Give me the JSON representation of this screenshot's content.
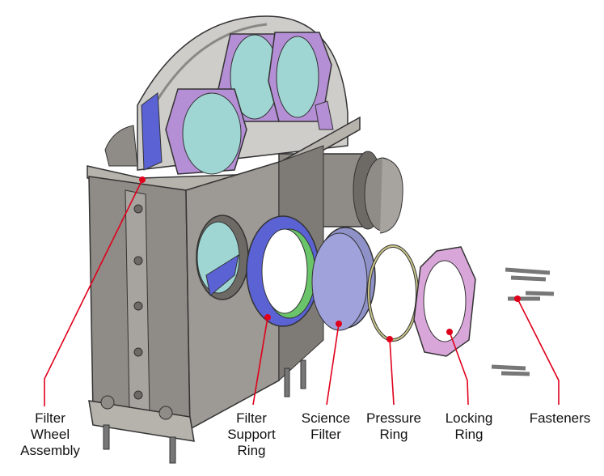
{
  "labels": {
    "filter_wheel_assembly": [
      "Filter",
      "Wheel",
      "Assembly"
    ],
    "filter_support_ring": [
      "Filter",
      "Support",
      "Ring"
    ],
    "science_filter": [
      "Science",
      "Filter"
    ],
    "pressure_ring": [
      "Pressure",
      "Ring"
    ],
    "locking_ring": [
      "Locking",
      "Ring"
    ],
    "fasteners": [
      "Fasteners"
    ]
  },
  "colors": {
    "leader": "#e0001b",
    "housing": "#8f8b86",
    "housing_dark": "#6d6a66",
    "housing_light": "#b6b2ac",
    "cell_purple": "#b58fd6",
    "cell_blue": "#5a62d4",
    "glass": "#9fd6d3",
    "science_filter": "#9fa2db",
    "pressure_ring": "#c9c58a",
    "locking_ring": "#d9a6d9",
    "green_ring": "#69c46a",
    "fastener": "#9a9a9a"
  }
}
